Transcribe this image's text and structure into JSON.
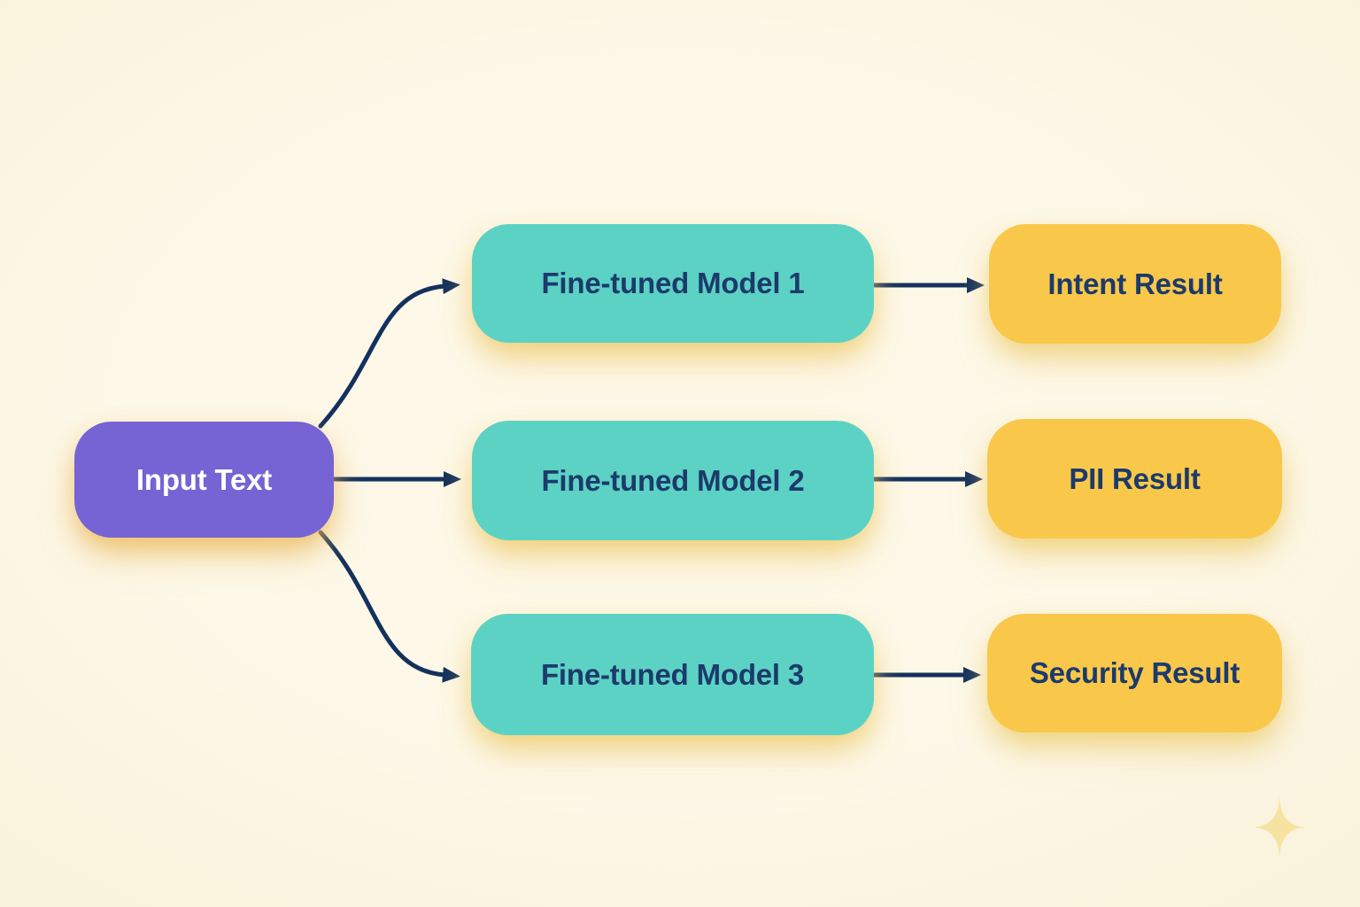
{
  "diagram": {
    "input_node": {
      "label": "Input Text"
    },
    "model_nodes": [
      {
        "label": "Fine-tuned Model 1"
      },
      {
        "label": "Fine-tuned Model 2"
      },
      {
        "label": "Fine-tuned Model 3"
      }
    ],
    "result_nodes": [
      {
        "label": "Intent Result"
      },
      {
        "label": "PII Result"
      },
      {
        "label": "Security Result"
      }
    ],
    "edges": [
      {
        "from": "Input Text",
        "to": "Fine-tuned Model 1"
      },
      {
        "from": "Input Text",
        "to": "Fine-tuned Model 2"
      },
      {
        "from": "Input Text",
        "to": "Fine-tuned Model 3"
      },
      {
        "from": "Fine-tuned Model 1",
        "to": "Intent Result"
      },
      {
        "from": "Fine-tuned Model 2",
        "to": "PII Result"
      },
      {
        "from": "Fine-tuned Model 3",
        "to": "Security Result"
      }
    ],
    "icons": [
      {
        "name": "sparkle-icon"
      }
    ],
    "colors": {
      "background": "#FDF8E8",
      "input-fill": "#7663D4",
      "model-fill": "#5CD2C4",
      "result-fill": "#F9C84A",
      "label-dark": "#1C3A6B",
      "label-light": "#FFFFFF",
      "arrow": "#14315D",
      "sparkle": "#F6E3A1"
    }
  }
}
